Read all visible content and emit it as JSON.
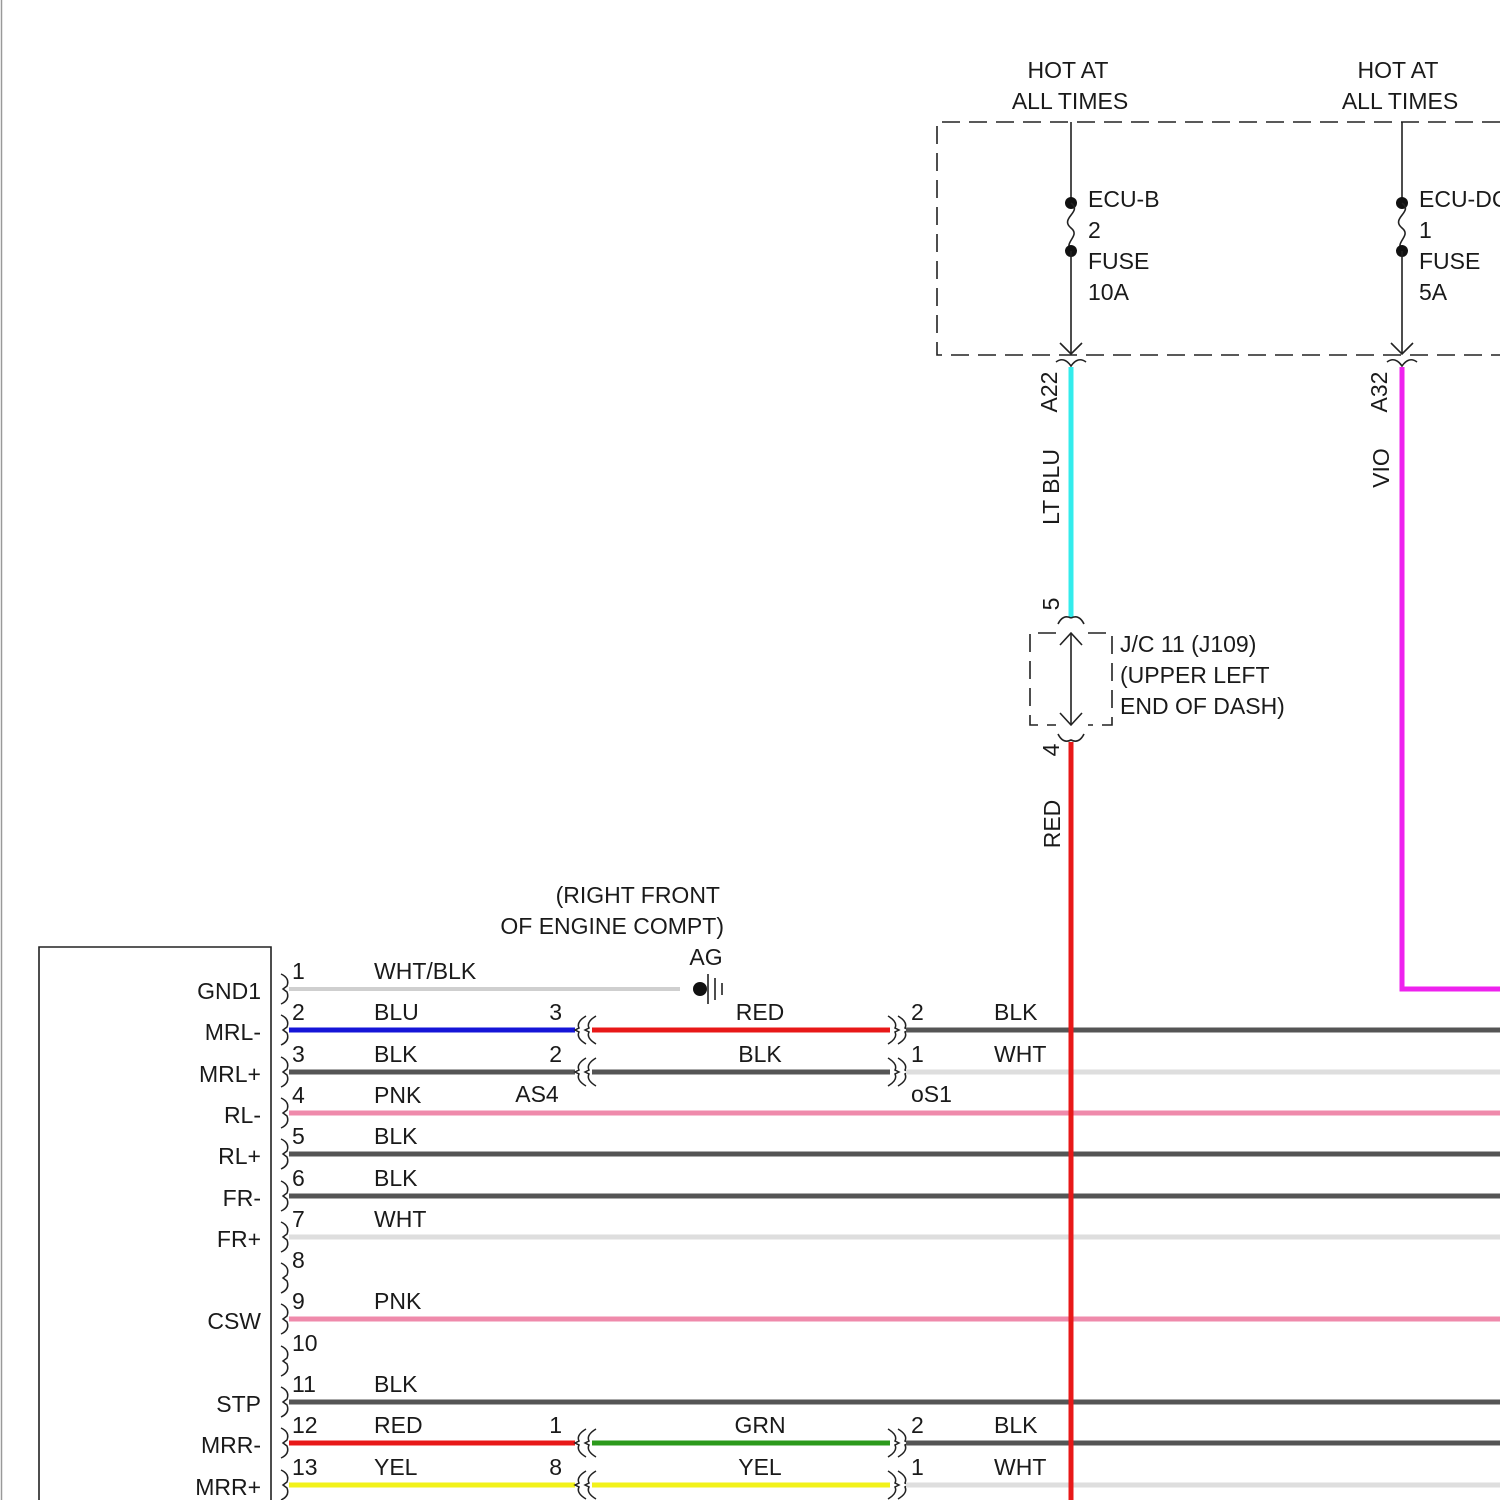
{
  "power_sources": [
    {
      "hot_line1": "HOT AT",
      "hot_line2": "ALL TIMES",
      "fuse_name": "ECU-B",
      "fuse_number": "2",
      "fuse_label": "FUSE",
      "fuse_rating": "10A",
      "connector": "A22",
      "wire_color_label": "LT BLU",
      "wire_hex": "#33ecec"
    },
    {
      "hot_line1": "HOT AT",
      "hot_line2": "ALL TIMES",
      "fuse_name": "ECU-DC",
      "fuse_number": "1",
      "fuse_label": "FUSE",
      "fuse_rating": "5A",
      "connector": "A32",
      "wire_color_label": "VIO",
      "wire_hex": "#ee22ee"
    }
  ],
  "junction": {
    "line1": "J/C 11 (J109)",
    "line2": "(UPPER LEFT",
    "line3": "END OF DASH)",
    "pin_in": "5",
    "pin_out": "4",
    "out_wire_label": "RED",
    "out_wire_hex": "#e81818"
  },
  "ground": {
    "location_line1": "(RIGHT FRONT",
    "location_line2": "OF ENGINE COMPT)",
    "id": "AG"
  },
  "connectors": {
    "left": "AS4",
    "right": "oS1"
  },
  "pins": [
    {
      "pin": "1",
      "label": "GND1",
      "wire": "WHT/BLK",
      "hex": "#cfcfcf"
    },
    {
      "pin": "2",
      "label": "MRL-",
      "wire": "BLU",
      "hex": "#1515d8",
      "c1_pin": "3",
      "mid_wire": "RED",
      "mid_hex": "#e81818",
      "c2_pin": "2",
      "out_wire": "BLK",
      "out_hex": "#555555"
    },
    {
      "pin": "3",
      "label": "MRL+",
      "wire": "BLK",
      "hex": "#555555",
      "c1_pin": "2",
      "mid_wire": "BLK",
      "mid_hex": "#555555",
      "c2_pin": "1",
      "out_wire": "WHT",
      "out_hex": "#dedede"
    },
    {
      "pin": "4",
      "label": "RL-",
      "wire": "PNK",
      "hex": "#ef8aab"
    },
    {
      "pin": "5",
      "label": "RL+",
      "wire": "BLK",
      "hex": "#555555"
    },
    {
      "pin": "6",
      "label": "FR-",
      "wire": "BLK",
      "hex": "#555555"
    },
    {
      "pin": "7",
      "label": "FR+",
      "wire": "WHT",
      "hex": "#dedede"
    },
    {
      "pin": "8",
      "label": "",
      "wire": "",
      "hex": ""
    },
    {
      "pin": "9",
      "label": "CSW",
      "wire": "PNK",
      "hex": "#ef8aab"
    },
    {
      "pin": "10",
      "label": "",
      "wire": "",
      "hex": ""
    },
    {
      "pin": "11",
      "label": "STP",
      "wire": "BLK",
      "hex": "#555555"
    },
    {
      "pin": "12",
      "label": "MRR-",
      "wire": "RED",
      "hex": "#e81818",
      "c1_pin": "1",
      "mid_wire": "GRN",
      "mid_hex": "#2c9a1c",
      "c2_pin": "2",
      "out_wire": "BLK",
      "out_hex": "#555555"
    },
    {
      "pin": "13",
      "label": "MRR+",
      "wire": "YEL",
      "hex": "#f2f21a",
      "c1_pin": "8",
      "mid_wire": "YEL",
      "mid_hex": "#f2f21a",
      "c2_pin": "1",
      "out_wire": "WHT",
      "out_hex": "#dedede"
    }
  ]
}
